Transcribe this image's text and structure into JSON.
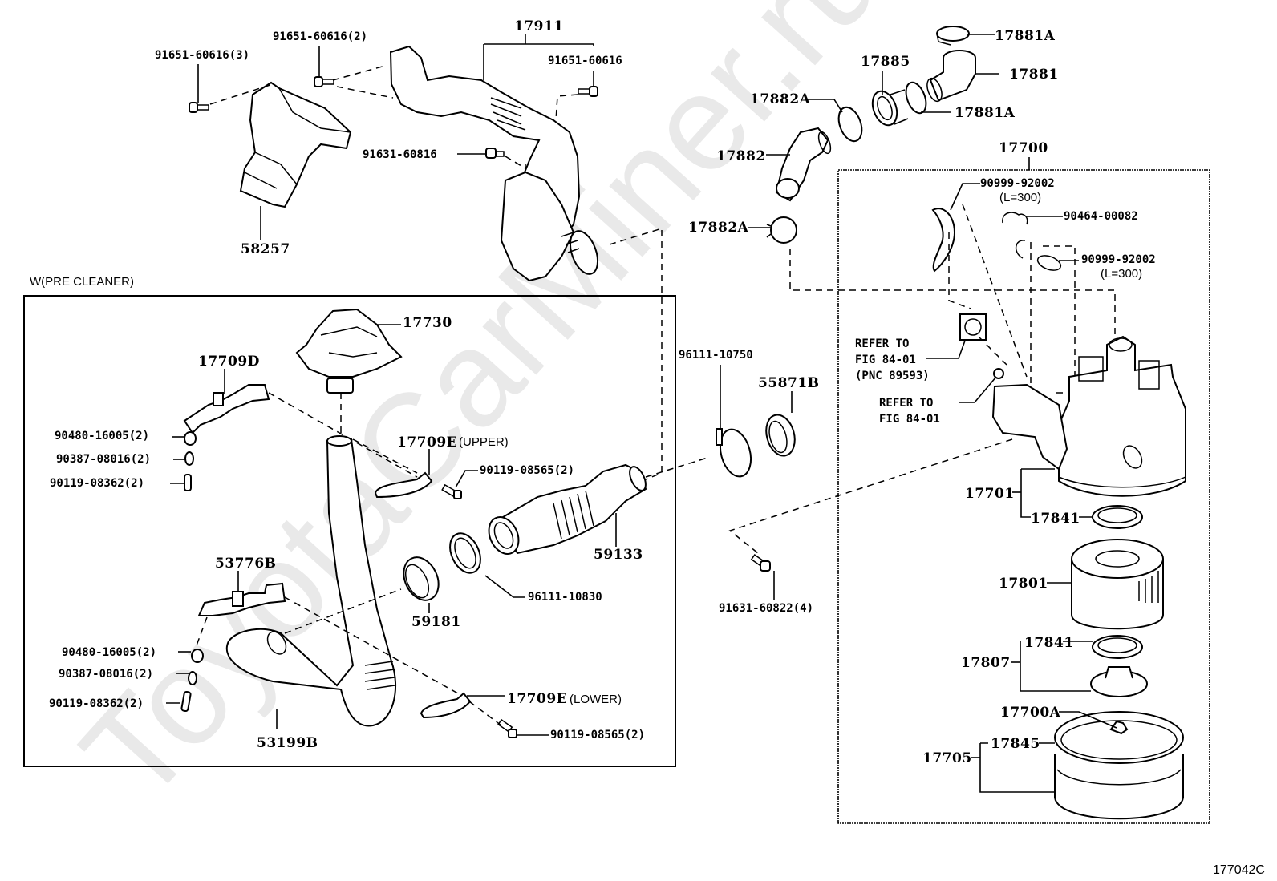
{
  "watermark": "ToyotaCarMiner.ru",
  "figure_id": "177042C",
  "section_pre_cleaner": "W(PRE CLEANER)",
  "labels": {
    "p17911": "17911",
    "p58257": "58257",
    "p91651_60616_3": "91651-60616(3)",
    "p91651_60616_2": "91651-60616(2)",
    "p91651_60616": "91651-60616",
    "p91631_60816": "91631-60816",
    "p17881A_top": "17881A",
    "p17881": "17881",
    "p17885": "17885",
    "p17882A_upper": "17882A",
    "p17881A_lower": "17881A",
    "p17882": "17882",
    "p17882A_lower": "17882A",
    "p17700": "17700",
    "p90999_92002_a": "90999-92002",
    "p90999_92002_a_len": "(L=300)",
    "p90464_00082": "90464-00082",
    "p90999_92002_b": "90999-92002",
    "p90999_92002_b_len": "(L=300)",
    "refer1_line1": "REFER TO",
    "refer1_line2": "FIG 84-01",
    "refer1_line3": "(PNC 89593)",
    "refer2_line1": "REFER TO",
    "refer2_line2": "FIG 84-01",
    "p17701": "17701",
    "p17841_a": "17841",
    "p17801": "17801",
    "p17807": "17807",
    "p17841_b": "17841",
    "p17700A": "17700A",
    "p17845": "17845",
    "p17705": "17705",
    "p17730": "17730",
    "p17709D": "17709D",
    "p90480_16005_a": "90480-16005(2)",
    "p90387_08016_a": "90387-08016(2)",
    "p90119_08362_a": "90119-08362(2)",
    "p17709E_upper": "17709E",
    "p17709E_upper_note": "(UPPER)",
    "p90119_08565_a": "90119-08565(2)",
    "p59133": "59133",
    "p96111_10830": "96111-10830",
    "p59181": "59181",
    "p53776B": "53776B",
    "p90480_16005_b": "90480-16005(2)",
    "p90387_08016_b": "90387-08016(2)",
    "p90119_08362_b": "90119-08362(2)",
    "p53199B": "53199B",
    "p17709E_lower": "17709E",
    "p17709E_lower_note": "(LOWER)",
    "p90119_08565_b": "90119-08565(2)",
    "p96111_10750": "96111-10750",
    "p55871B": "55871B",
    "p91631_60822": "91631-60822(4)"
  }
}
